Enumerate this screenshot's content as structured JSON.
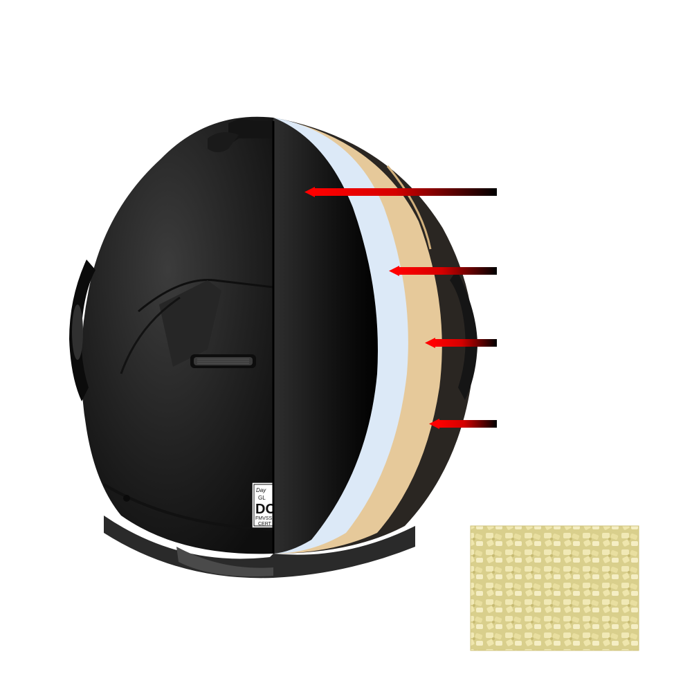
{
  "badge": {
    "brand": "Day",
    "line1": "GL",
    "cert_big": "DO",
    "line3": "FMVSS",
    "line4": "CERT"
  },
  "colors": {
    "shell": "#1b1b1b",
    "shell_highlight": "#3a3a3a",
    "layer_eps": "#dce9f7",
    "layer_comfort": "#e6c99a",
    "layer_liner": "#2a2622",
    "arrow_tip": "#ff0000",
    "arrow_tail": "#000000",
    "pellets": "#e8dfa2"
  },
  "icons": {
    "arrows": "callout-arrow",
    "inset": "resin-pellets-photo"
  },
  "callouts": {
    "count": 4
  }
}
